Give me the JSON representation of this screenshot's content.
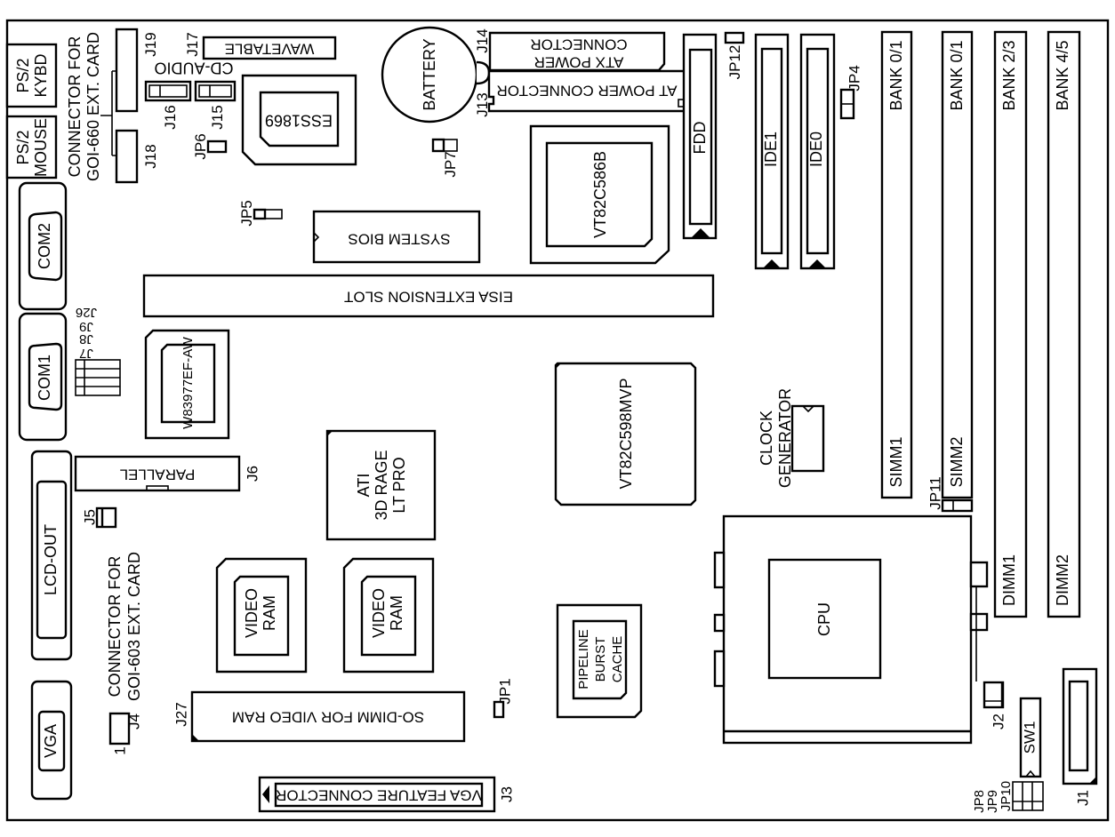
{
  "diagram": {
    "title": "Motherboard Layout",
    "components": {
      "ps2_kybd": {
        "line1": "PS/2",
        "line2": "KYBD"
      },
      "ps2_mouse": {
        "line1": "PS/2",
        "line2": "MOUSE"
      },
      "goi660": {
        "line1": "CONNECTOR FOR",
        "line2": "GOI-660 EXT. CARD"
      },
      "j19": "J19",
      "j18": "J18",
      "j17": "J17",
      "wavetable": "WAVETABLE",
      "cd_audio": "CD-AUDIO",
      "j16": "J16",
      "j15": "J15",
      "jp6": "JP6",
      "ess": "ESS1869",
      "battery": "BATTERY",
      "j14": "J14",
      "j13": "J13",
      "atx_power": {
        "line1": "ATX POWER",
        "line2": "CONNECTOR"
      },
      "at_power": "AT POWER CONNECTOR",
      "jp7": "JP7",
      "jp5": "JP5",
      "system_bios": "SYSTEM BIOS",
      "vt82c586b": "VT82C586B",
      "fdd": "FDD",
      "jp12": "JP12",
      "ide1": "IDE1",
      "ide0": "IDE0",
      "jp4": "JP4",
      "bank01a": "BANK 0/1",
      "bank01b": "BANK 0/1",
      "bank23": "BANK 2/3",
      "bank45": "BANK 4/5",
      "com2": "COM2",
      "com1": "COM1",
      "eisa": "EISA EXTENSION SLOT",
      "j26": "J26",
      "j9": "J9",
      "j8": "J8",
      "j7": "J7",
      "w83977": "W83977EF-AW",
      "parallel": "PARALLEL",
      "j6": "J6",
      "j5": "J5",
      "ati": {
        "line1": "ATI",
        "line2": "3D RAGE",
        "line3": "LT PRO"
      },
      "vt82c598": "VT82C598MVP",
      "clock": {
        "line1": "CLOCK",
        "line2": "GENERATOR"
      },
      "simm1": "SIMM1",
      "simm2": "SIMM2",
      "jp11": "JP11",
      "lcd_out": "LCD-OUT",
      "goi603": {
        "line1": "CONNECTOR FOR",
        "line2": "GOI-603 EXT. CARD"
      },
      "video_ram1": {
        "line1": "VIDEO",
        "line2": "RAM"
      },
      "video_ram2": {
        "line1": "VIDEO",
        "line2": "RAM"
      },
      "cpu": "CPU",
      "dimm1": "DIMM1",
      "dimm2": "DIMM2",
      "cache": {
        "line1": "PIPELINE",
        "line2": "BURST",
        "line3": "CACHE"
      },
      "jp1": "JP1",
      "vga": "VGA",
      "j4": "J4",
      "pin1": "1",
      "j27": "J27",
      "sodimm": "SO-DIMM FOR VIDEO RAM",
      "vga_feature": "VGA FEATURE CONNECTOR",
      "j3": "J3",
      "j2": "J2",
      "sw1": "SW1",
      "jp8": "JP8",
      "jp9": "JP9",
      "jp10": "JP10",
      "j1": "J1"
    }
  }
}
